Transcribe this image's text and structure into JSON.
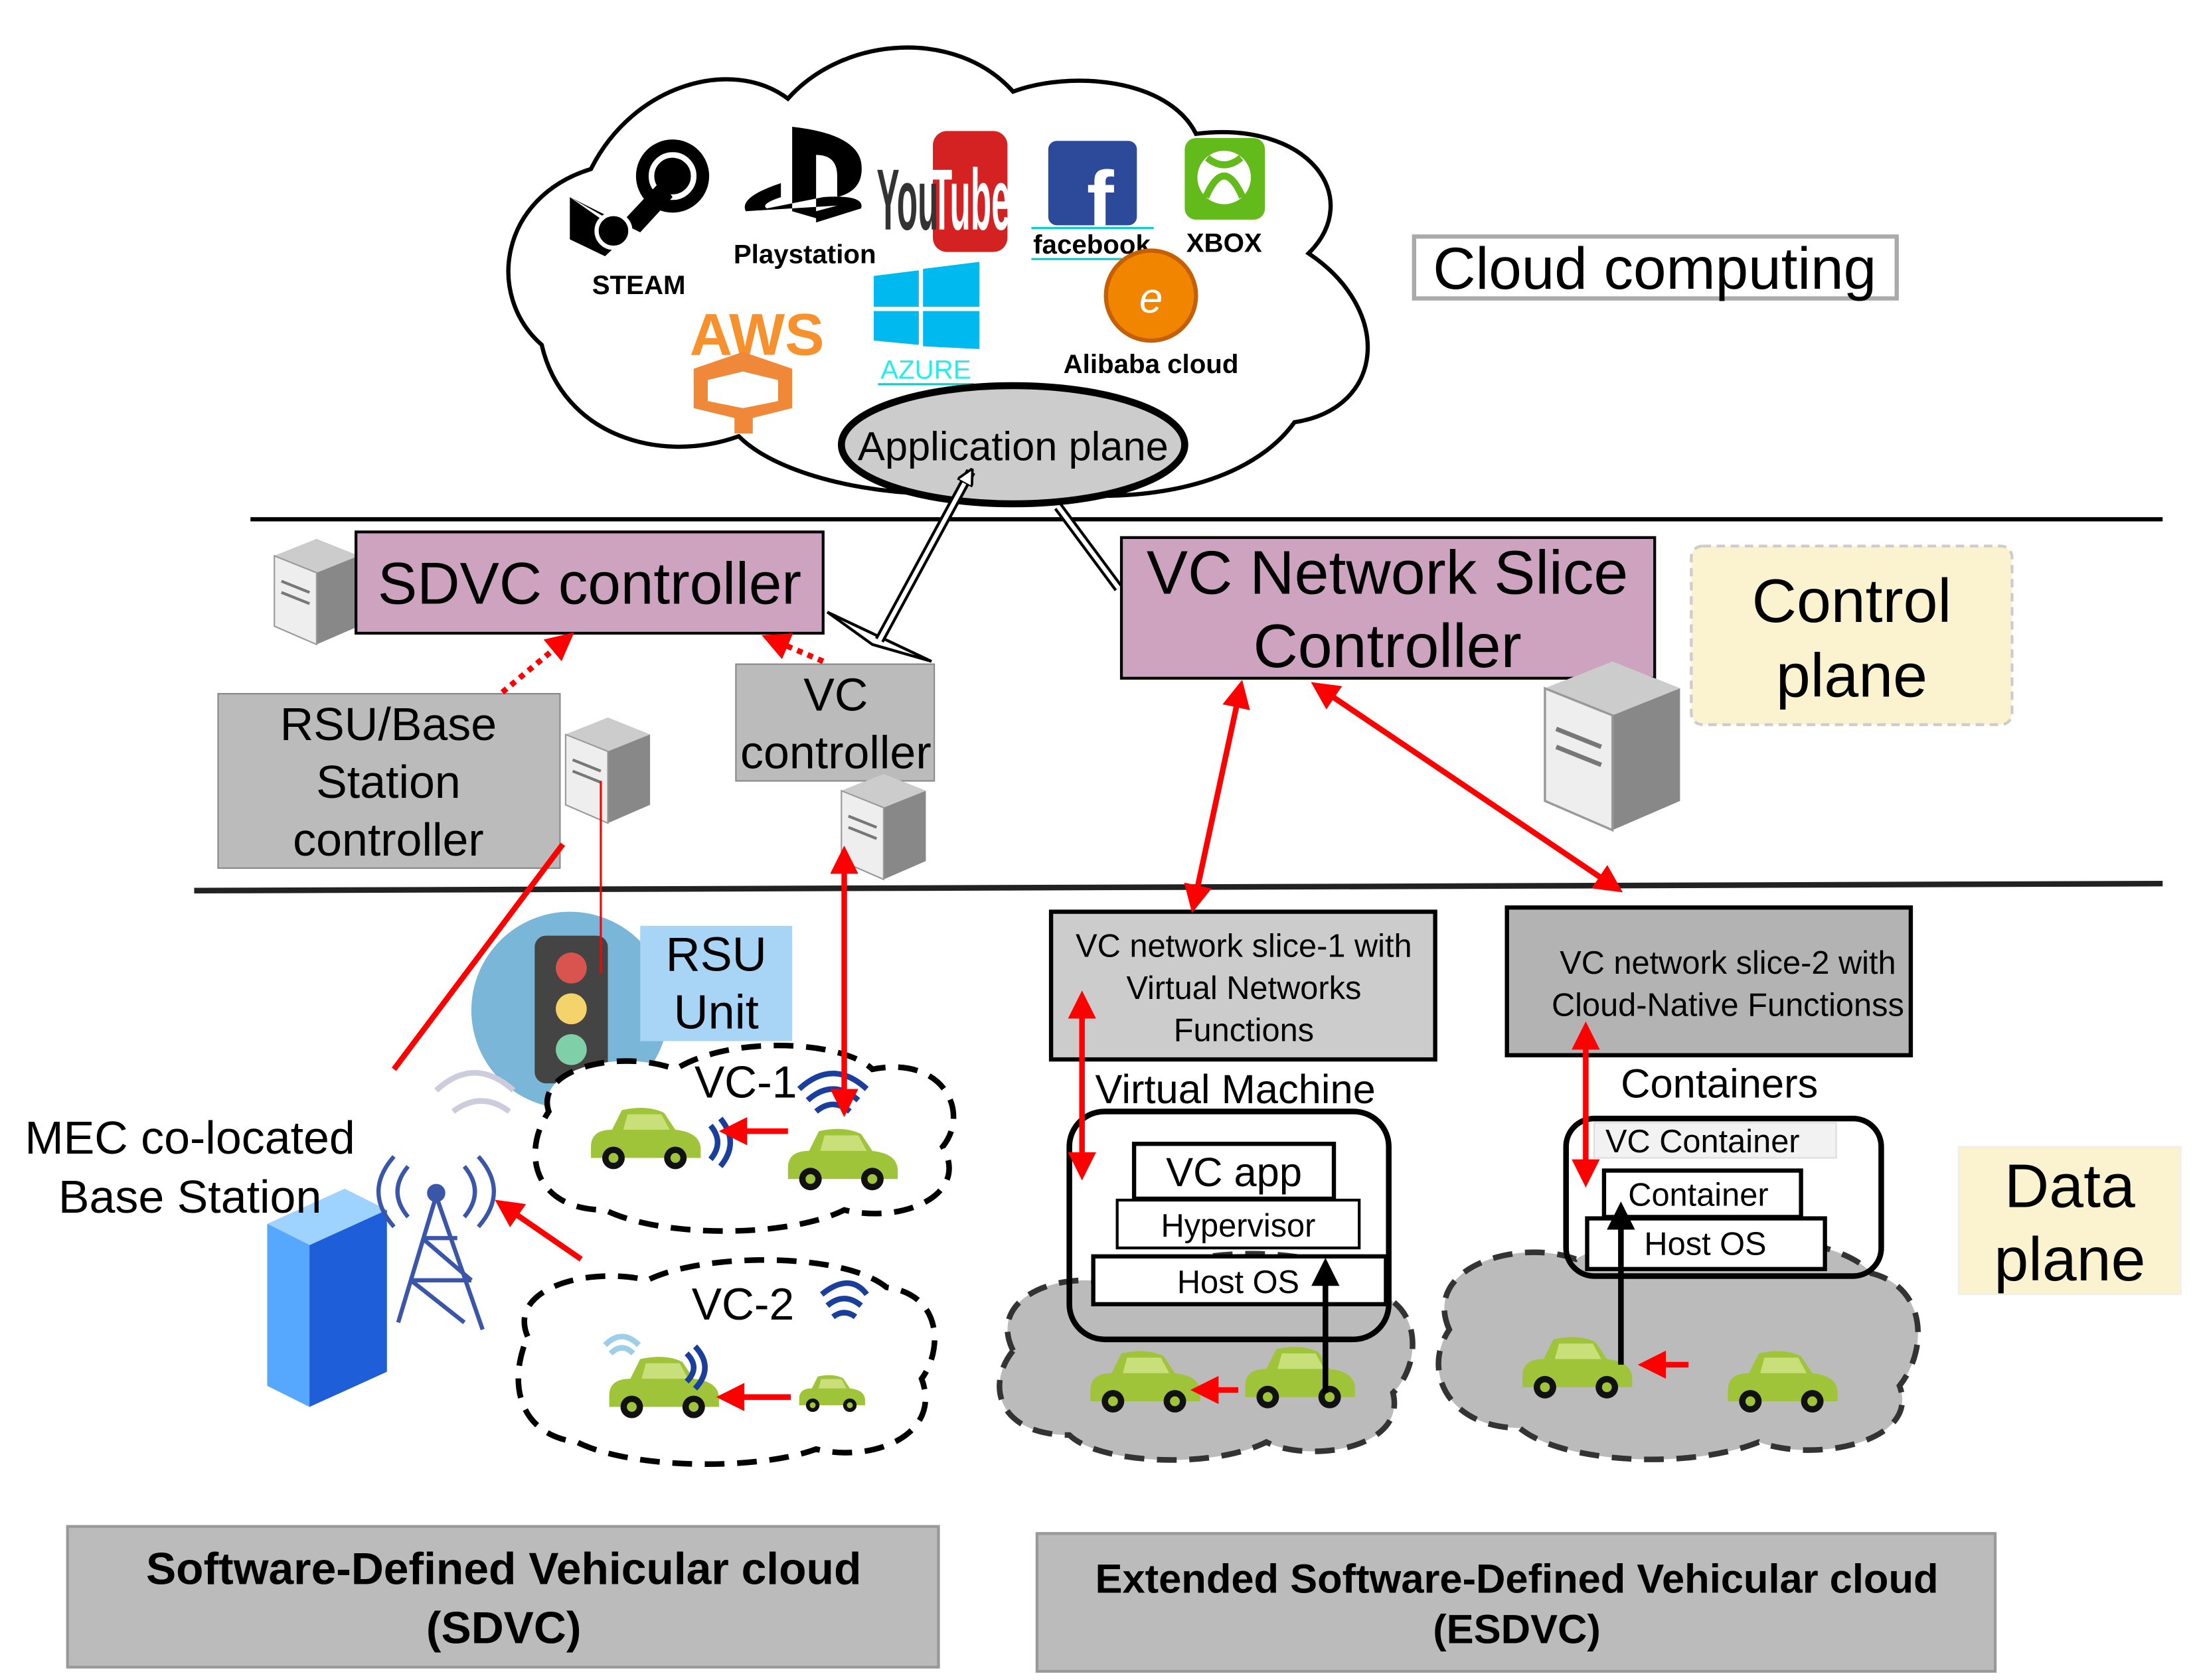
{
  "cloud": {
    "logos": {
      "steam": "STEAM",
      "playstation": "Playstation",
      "youtube_you": "You",
      "youtube_tube": "Tube",
      "facebook": "facebook",
      "xbox": "XBOX",
      "aws": "AWS",
      "azure": "AZURE",
      "alibaba": "Alibaba cloud"
    },
    "application_plane": "Application plane",
    "title": "Cloud computing"
  },
  "control": {
    "sdvc_controller": "SDVC controller",
    "rsu_controller": [
      "RSU/Base",
      "Station",
      "controller"
    ],
    "vc_controller": [
      "VC",
      "controller"
    ],
    "slice_controller": [
      "VC Network Slice",
      "Controller"
    ],
    "plane_label": [
      "Control",
      "plane"
    ]
  },
  "data_plane": {
    "plane_label": [
      "Data",
      "plane"
    ],
    "rsu_unit": [
      "RSU",
      "Unit"
    ],
    "vc1": "VC-1",
    "vc2": "VC-2",
    "mec": [
      "MEC co-located",
      "Base Station"
    ],
    "slice1": [
      "VC network slice-1 with",
      "Virtual Networks",
      "Functions"
    ],
    "slice2": [
      "VC network slice-2 with",
      "Cloud-Native Functionss"
    ],
    "vm_label": "Virtual Machine",
    "vm_stack": {
      "app": "VC app",
      "hypervisor": "Hypervisor",
      "host": "Host OS"
    },
    "containers_label": "Containers",
    "container_stack": {
      "vc_container": "VC Container",
      "container": "Container",
      "host": "Host OS"
    }
  },
  "footer": {
    "sdvc": [
      "Software-Defined Vehicular cloud",
      "(SDVC)"
    ],
    "esdvc": [
      "Extended Software-Defined Vehicular cloud",
      "(ESDVC)"
    ]
  },
  "colors": {
    "controller_fill": "#cda3bf",
    "plane_label_fill": "#fbf3d0",
    "arrow": "#ff0000",
    "car": "#9fc43a"
  }
}
